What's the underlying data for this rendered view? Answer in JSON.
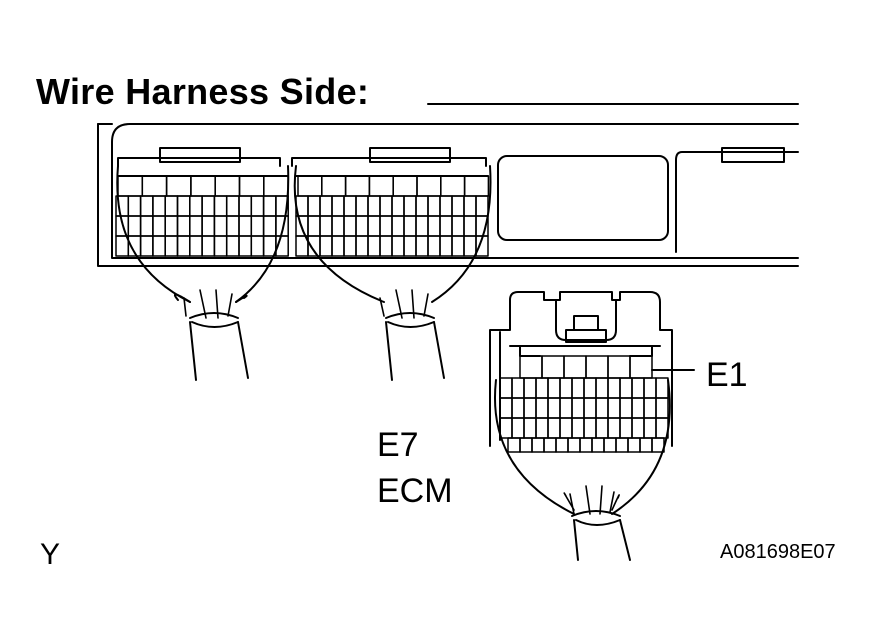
{
  "diagram": {
    "title": "Wire Harness Side:",
    "connector_label": "E1",
    "connector_code": "E7",
    "component": "ECM",
    "corner_mark": "Y",
    "figure_id": "A081698E07"
  },
  "colors": {
    "line": "#000000",
    "background": "#ffffff"
  }
}
